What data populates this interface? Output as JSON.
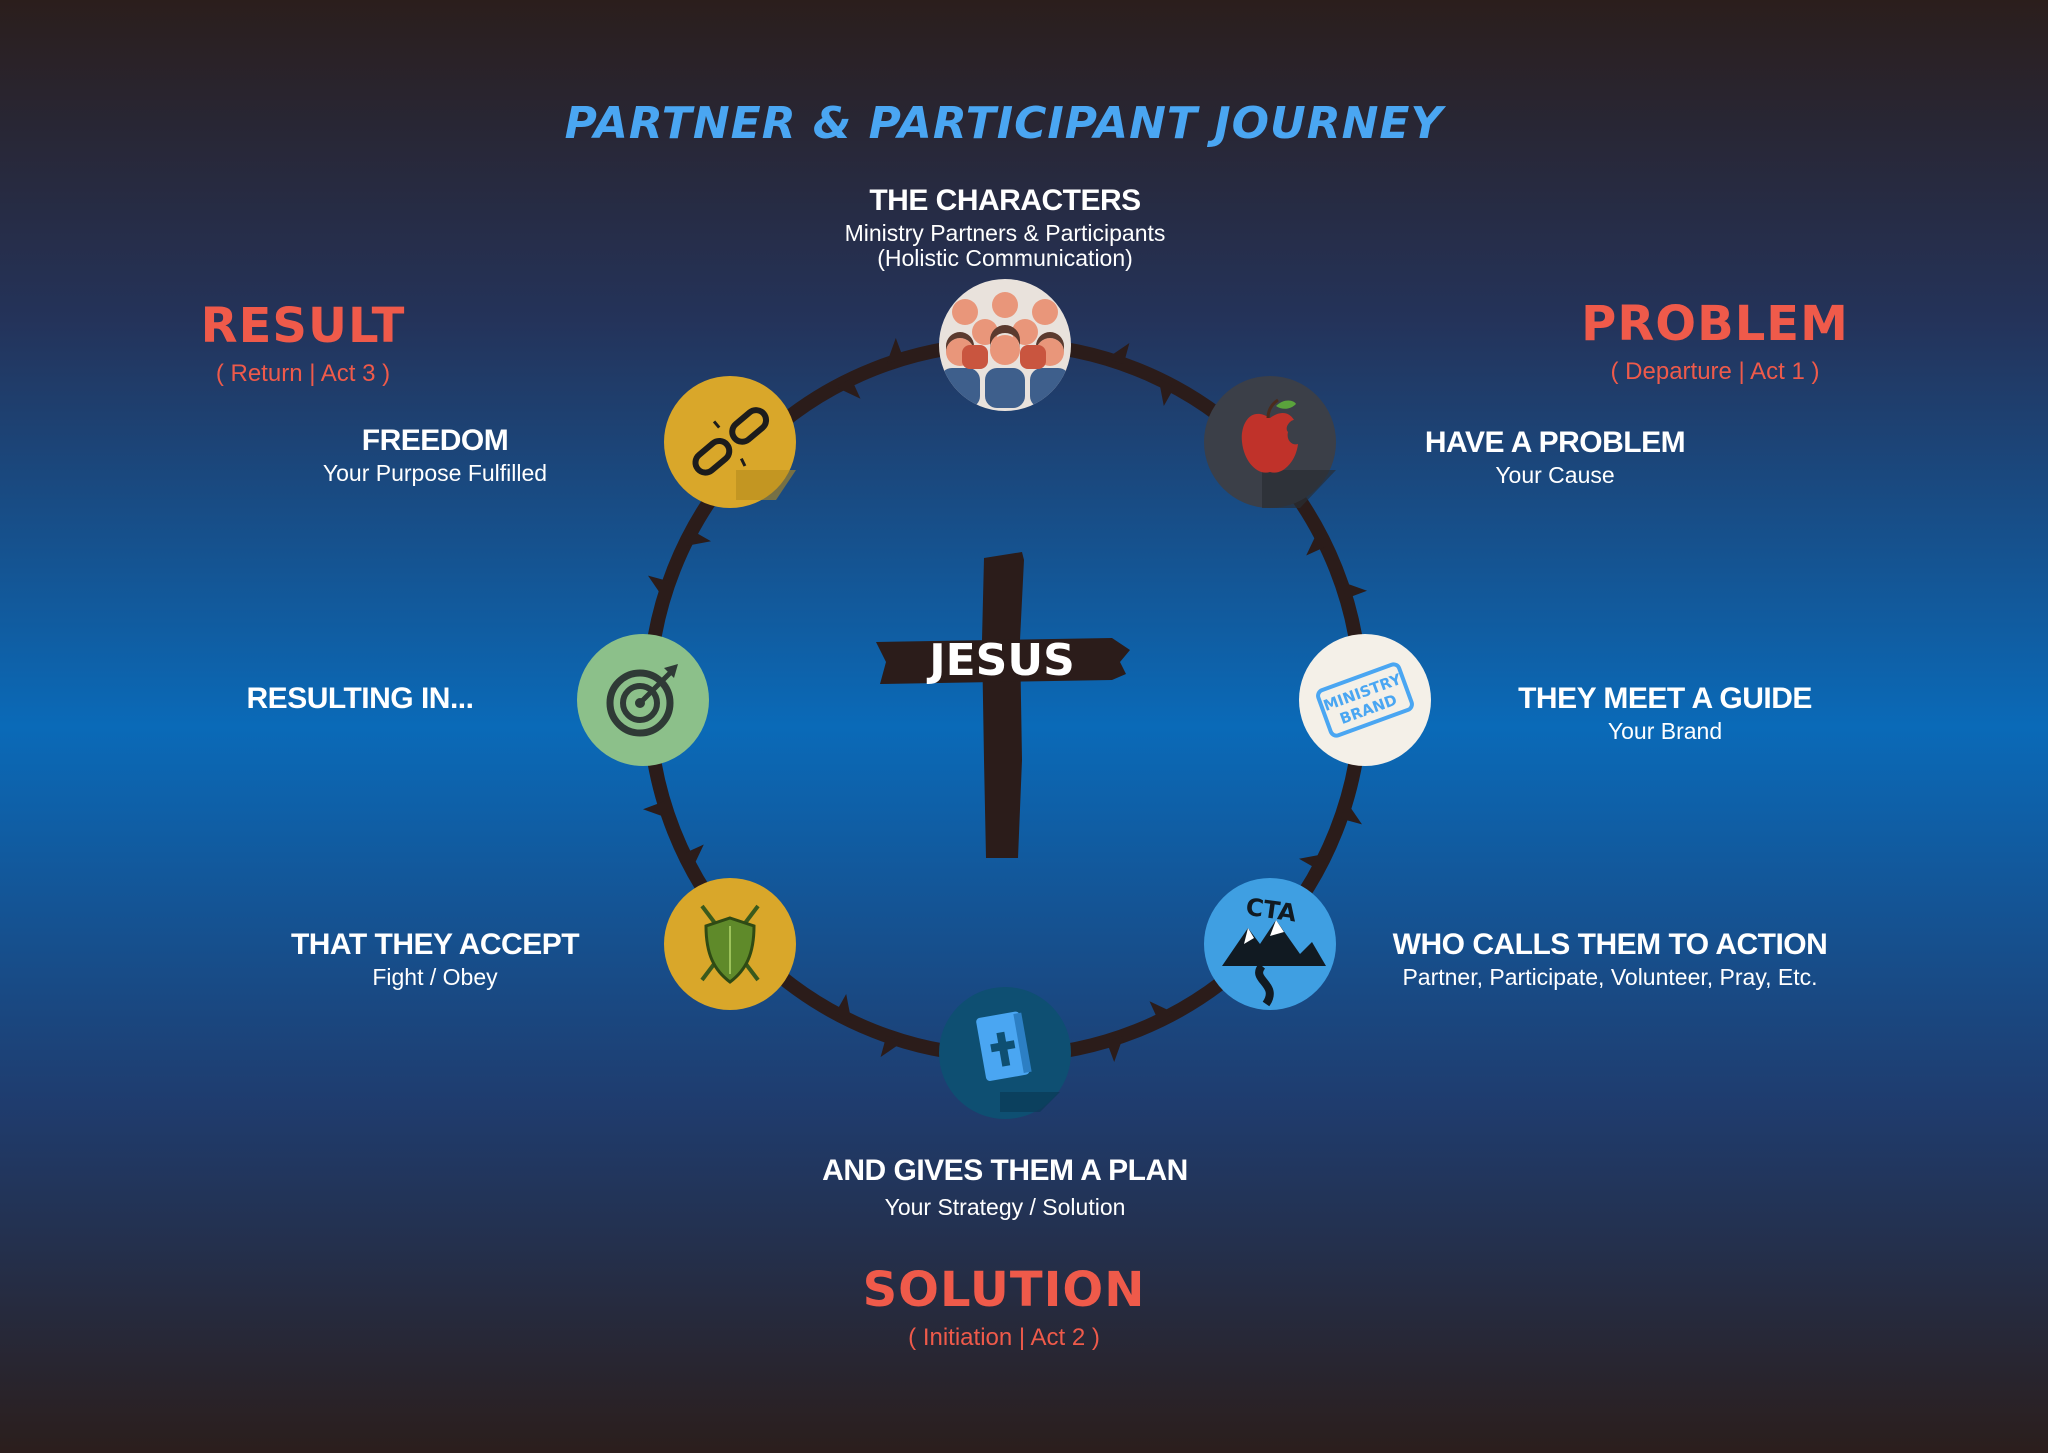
{
  "title": "PARTNER & PARTICIPANT JOURNEY",
  "center_label": "JESUS",
  "sections": {
    "problem": {
      "heading": "PROBLEM",
      "sub": "( Departure | Act 1 )"
    },
    "solution": {
      "heading": "SOLUTION",
      "sub": "( Initiation | Act 2 )"
    },
    "result": {
      "heading": "RESULT",
      "sub": "( Return | Act 3 )"
    }
  },
  "nodes": {
    "characters": {
      "heading": "THE CHARACTERS",
      "sub": "Ministry Partners & Participants",
      "sub2": "(Holistic Communication)",
      "icon": "people-group-icon",
      "color": "#e9e2dc"
    },
    "problem": {
      "heading": "HAVE A PROBLEM",
      "sub": "Your Cause",
      "icon": "bitten-apple-icon",
      "color": "#3b3f48"
    },
    "guide": {
      "heading": "THEY MEET A GUIDE",
      "sub": "Your Brand",
      "icon": "ministry-brand-stamp-icon",
      "icon_text": "MINISTRY BRAND",
      "color": "#f4f0e8"
    },
    "action": {
      "heading": "WHO CALLS THEM TO ACTION",
      "sub": "Partner, Participate, Volunteer, Pray, Etc.",
      "icon": "cta-mountain-icon",
      "icon_text": "CTA",
      "color": "#3f9fe2"
    },
    "plan": {
      "heading": "AND GIVES THEM A PLAN",
      "sub": "Your Strategy / Solution",
      "icon": "bible-icon",
      "color": "#0e4f72"
    },
    "accept": {
      "heading": "THAT THEY ACCEPT",
      "sub": "Fight / Obey",
      "icon": "shield-swords-icon",
      "color": "#d9a72a"
    },
    "resulting": {
      "heading": "RESULTING IN...",
      "icon": "target-icon",
      "color": "#8cc08a"
    },
    "freedom": {
      "heading": "FREEDOM",
      "sub": "Your Purpose Fulfilled",
      "icon": "broken-chain-icon",
      "color": "#d9a72a"
    }
  },
  "colors": {
    "accent_blue": "#4aa6f2",
    "accent_red": "#ef5a4a",
    "ring": "#2b1c1a"
  }
}
